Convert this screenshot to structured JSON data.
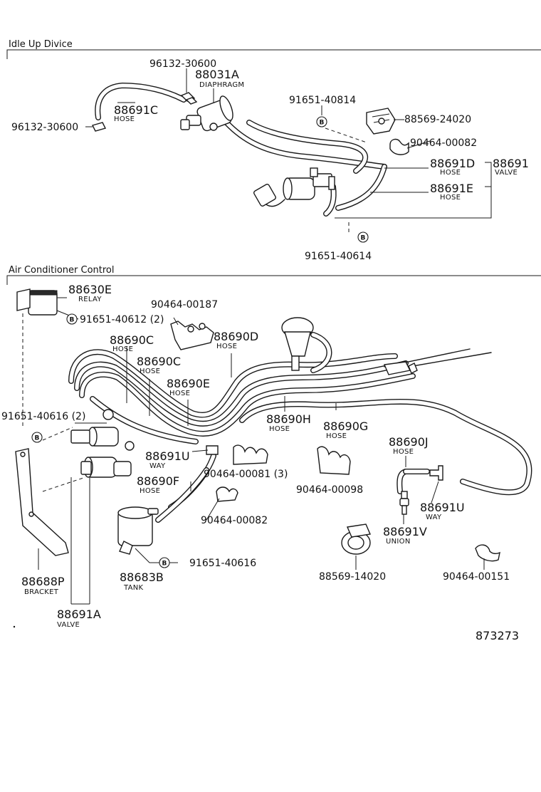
{
  "sections": {
    "idle_up": {
      "title": "Idle Up Divice"
    },
    "ac_control": {
      "title": "Air Conditioner Control"
    }
  },
  "reference_marker": "B",
  "diagram_number": "873273",
  "callouts": {
    "idle_96132_top": {
      "number": "96132-30600"
    },
    "idle_88031A": {
      "number": "88031A",
      "desc": "DIAPHRAGM"
    },
    "idle_88691C": {
      "number": "88691C",
      "desc": "HOSE"
    },
    "idle_96132_left": {
      "number": "96132-30600"
    },
    "idle_91651_40814": {
      "number": "91651-40814"
    },
    "idle_88569_24020": {
      "number": "88569-24020"
    },
    "idle_90464_00082": {
      "number": "90464-00082"
    },
    "idle_88691D": {
      "number": "88691D",
      "desc": "HOSE"
    },
    "idle_88691": {
      "number": "88691",
      "desc": "VALVE"
    },
    "idle_88691E": {
      "number": "88691E",
      "desc": "HOSE"
    },
    "idle_91651_40614": {
      "number": "91651-40614"
    },
    "ac_88630E": {
      "number": "88630E",
      "desc": "RELAY"
    },
    "ac_91651_40612": {
      "number": "91651-40612 (2)"
    },
    "ac_90464_00187": {
      "number": "90464-00187"
    },
    "ac_88690C_1": {
      "number": "88690C",
      "desc": "HOSE"
    },
    "ac_88690D": {
      "number": "88690D",
      "desc": "HOSE"
    },
    "ac_88690C_2": {
      "number": "88690C",
      "desc": "HOSE"
    },
    "ac_88690E": {
      "number": "88690E",
      "desc": "HOSE"
    },
    "ac_91651_40616_2": {
      "number": "91651-40616 (2)"
    },
    "ac_88690H": {
      "number": "88690H",
      "desc": "HOSE"
    },
    "ac_88690G": {
      "number": "88690G",
      "desc": "HOSE"
    },
    "ac_88690J": {
      "number": "88690J",
      "desc": "HOSE"
    },
    "ac_88691U_1": {
      "number": "88691U",
      "desc": "WAY"
    },
    "ac_90464_00081": {
      "number": "90464-00081 (3)"
    },
    "ac_90464_00098": {
      "number": "90464-00098"
    },
    "ac_88690F": {
      "number": "88690F",
      "desc": "HOSE"
    },
    "ac_88691U_2": {
      "number": "88691U",
      "desc": "WAY"
    },
    "ac_90464_00082": {
      "number": "90464-00082"
    },
    "ac_88691V": {
      "number": "88691V",
      "desc": "UNION"
    },
    "ac_91651_40616": {
      "number": "91651-40616"
    },
    "ac_88688P": {
      "number": "88688P",
      "desc": "BRACKET"
    },
    "ac_88683B": {
      "number": "88683B",
      "desc": "TANK"
    },
    "ac_88569_14020": {
      "number": "88569-14020"
    },
    "ac_90464_00151": {
      "number": "90464-00151"
    },
    "ac_88691A": {
      "number": "88691A",
      "desc": "VALVE"
    }
  }
}
